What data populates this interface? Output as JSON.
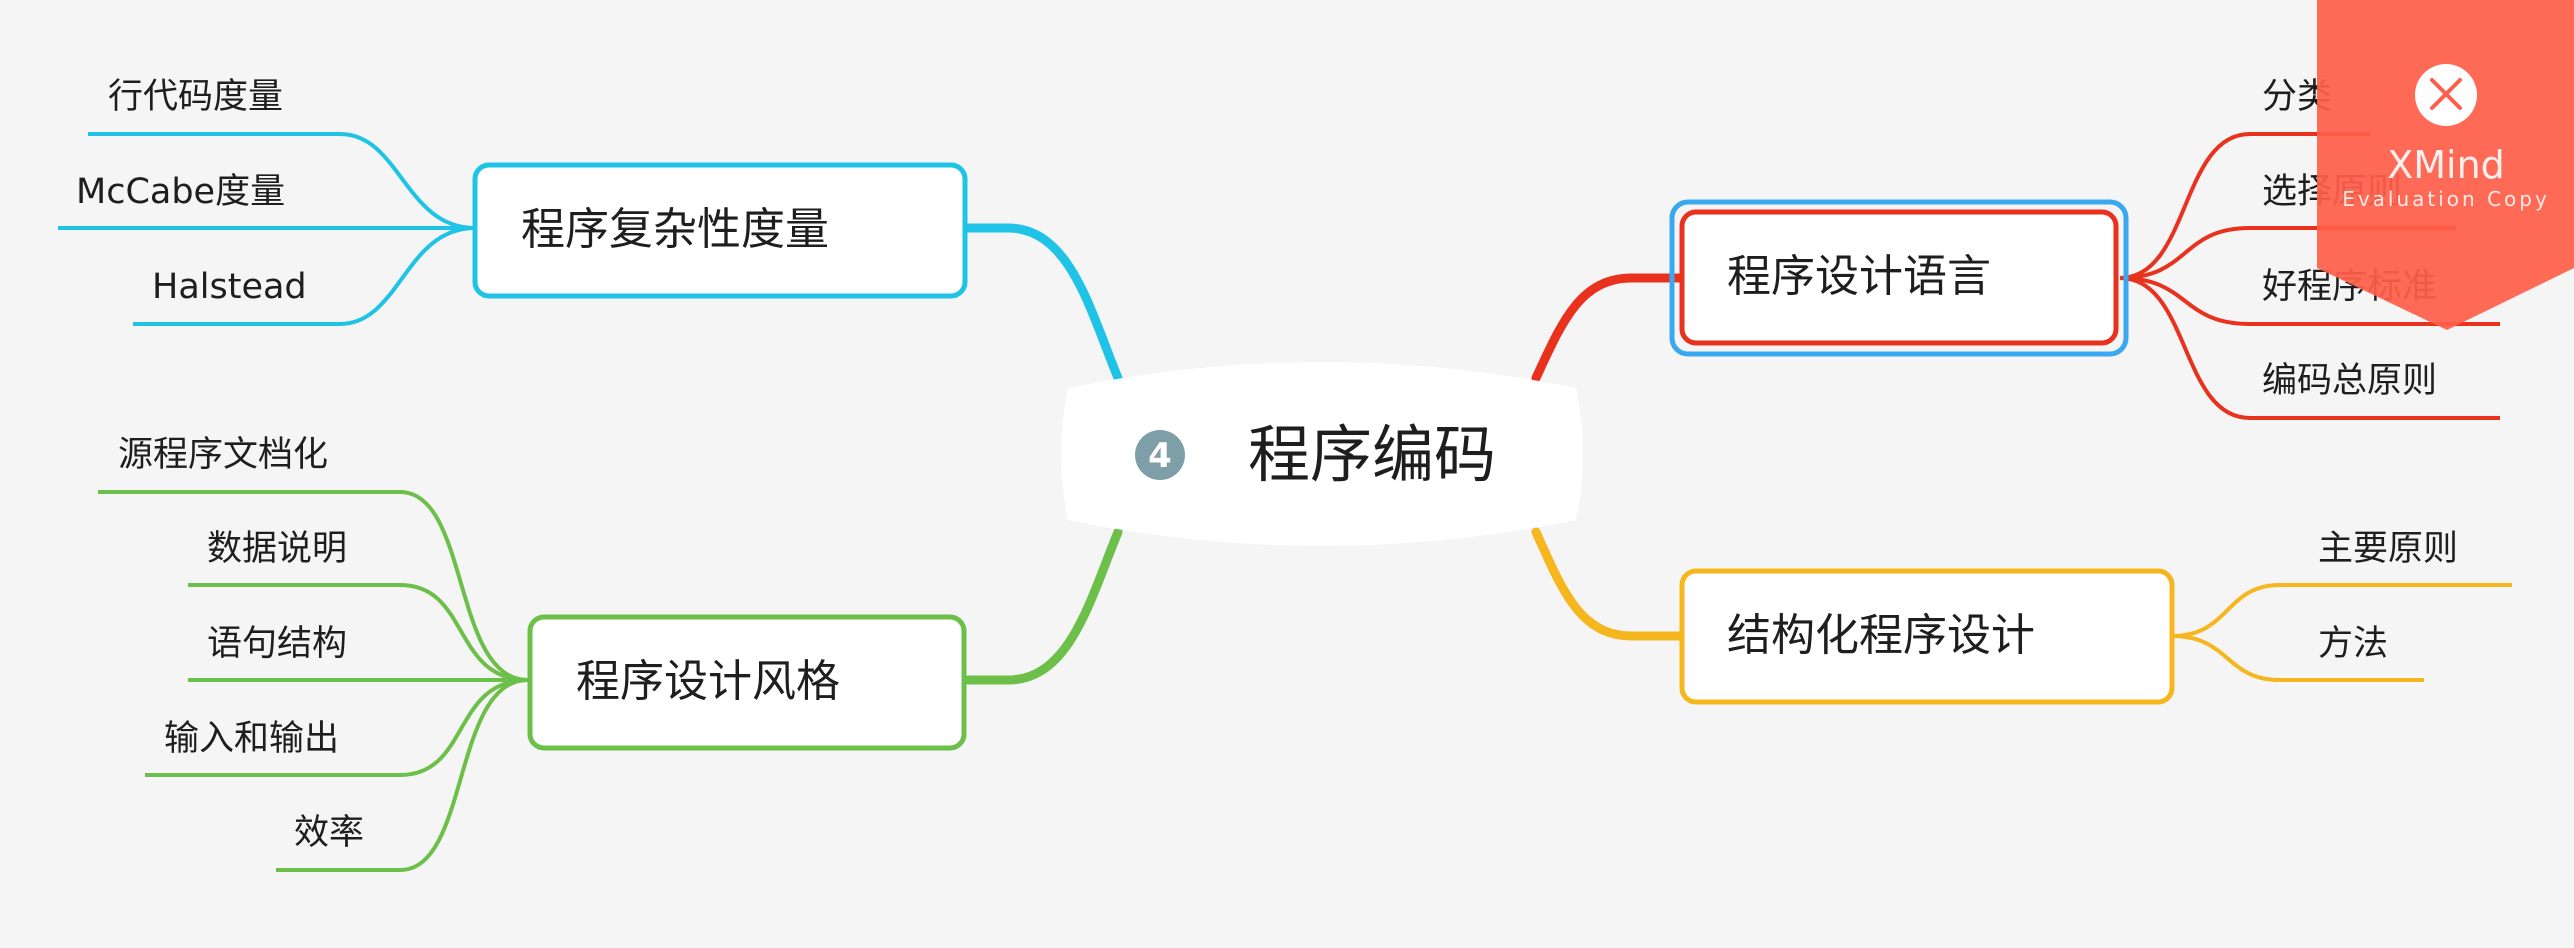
{
  "root": {
    "label": "程序编码",
    "marker": "4"
  },
  "colors": {
    "cyan": "#1ec3e6",
    "red": "#e8321e",
    "green": "#6cc049",
    "yellow": "#f5b61e",
    "selection": "#3aa8f0",
    "marker": "#7e9ea8",
    "watermark": "#ff5f4a"
  },
  "branches": [
    {
      "id": "complexity",
      "label": "程序复杂性度量",
      "color": "cyan",
      "leaves": [
        "行代码度量",
        "McCabe度量",
        "Halstead"
      ]
    },
    {
      "id": "style",
      "label": "程序设计风格",
      "color": "green",
      "leaves": [
        "源程序文档化",
        "数据说明",
        "语句结构",
        "输入和输出",
        "效率"
      ]
    },
    {
      "id": "language",
      "label": "程序设计语言",
      "color": "red",
      "selected": true,
      "leaves": [
        "分类",
        "选择原则",
        "好程序标准",
        "编码总原则"
      ]
    },
    {
      "id": "structured",
      "label": "结构化程序设计",
      "color": "yellow",
      "leaves": [
        "主要原则",
        "方法"
      ]
    }
  ],
  "watermark": {
    "brand": "XMind",
    "line2": "Evaluation Copy"
  }
}
